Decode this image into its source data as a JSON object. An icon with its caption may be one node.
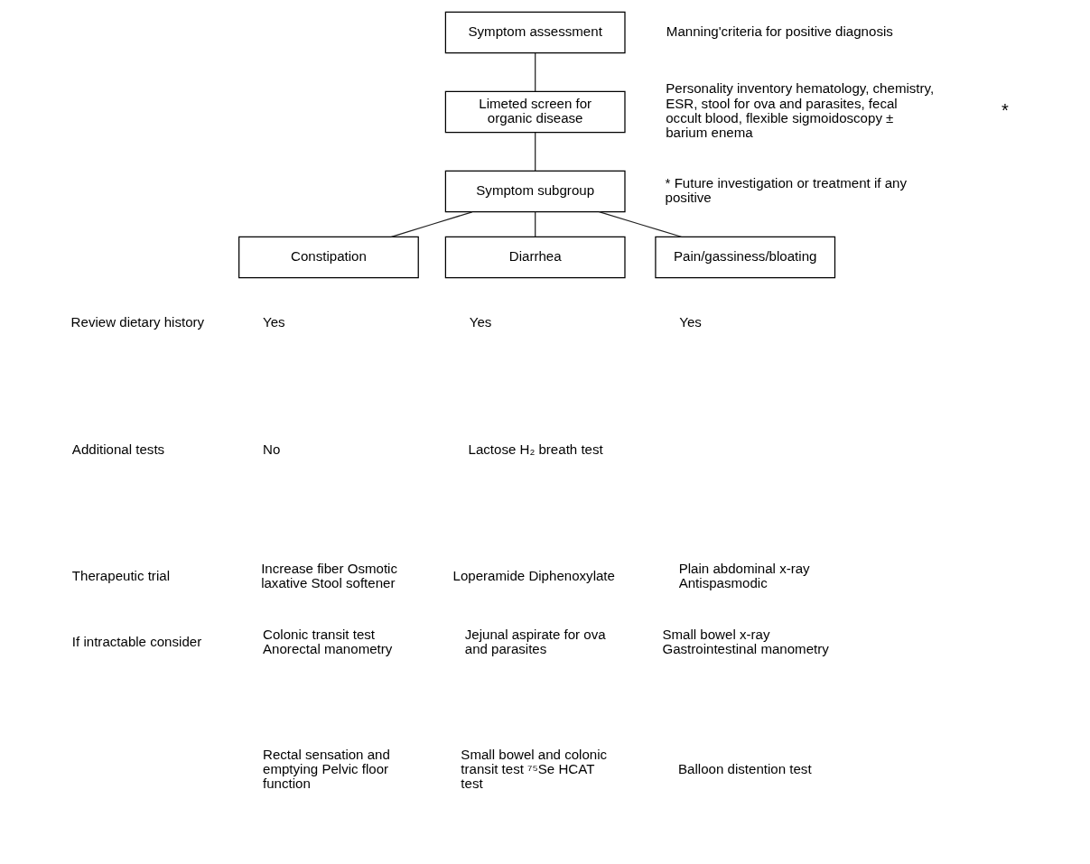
{
  "diagram": {
    "nodes": [
      {
        "text": [
          "Symptom assessment"
        ]
      },
      {
        "text": [
          "Limeted screen for organic disease"
        ]
      },
      {
        "text": [
          "Symptom subgroup"
        ]
      },
      {
        "text": [
          "Constipation"
        ]
      },
      {
        "text": [
          "Diarrhea"
        ]
      },
      {
        "text": [
          "Pain/gassiness/bloating"
        ]
      }
    ],
    "edges": [
      {
        "from": 0,
        "to": 1,
        "arrow": "none"
      },
      {
        "from": 1,
        "to": 2,
        "arrow": "none"
      },
      {
        "from": 2,
        "to": 3,
        "arrow": "none"
      },
      {
        "from": 2,
        "to": 4,
        "arrow": "none"
      },
      {
        "from": 2,
        "to": 5,
        "arrow": "none"
      }
    ],
    "labels": [
      "Manning'criteria for positive diagnosis",
      "Personality inventory hematology, chemistry, ESR, stool for ova and parasites, fecal occult blood, flexible sigmoidoscopy ± barium enema",
      "*",
      "* Future investigation or treatment if any positive",
      "Review dietary history",
      "Yes",
      "Yes",
      "Yes",
      "Additional tests",
      "No",
      "Lactose H₂ breath test",
      "Therapeutic trial",
      "Increase fiber Osmotic laxative Stool softener",
      "Loperamide Diphenoxylate",
      "Plain abdominal x-ray Antispasmodic",
      "If intractable consider",
      "Colonic transit test Anorectal manometry",
      "Jejunal aspirate for ova and parasites",
      "Small bowel x-ray Gastrointestinal manometry",
      "Rectal sensation and emptying Pelvic floor function",
      "Small bowel and colonic transit test ⁷⁵Se HCAT test",
      "Balloon distention test"
    ]
  }
}
